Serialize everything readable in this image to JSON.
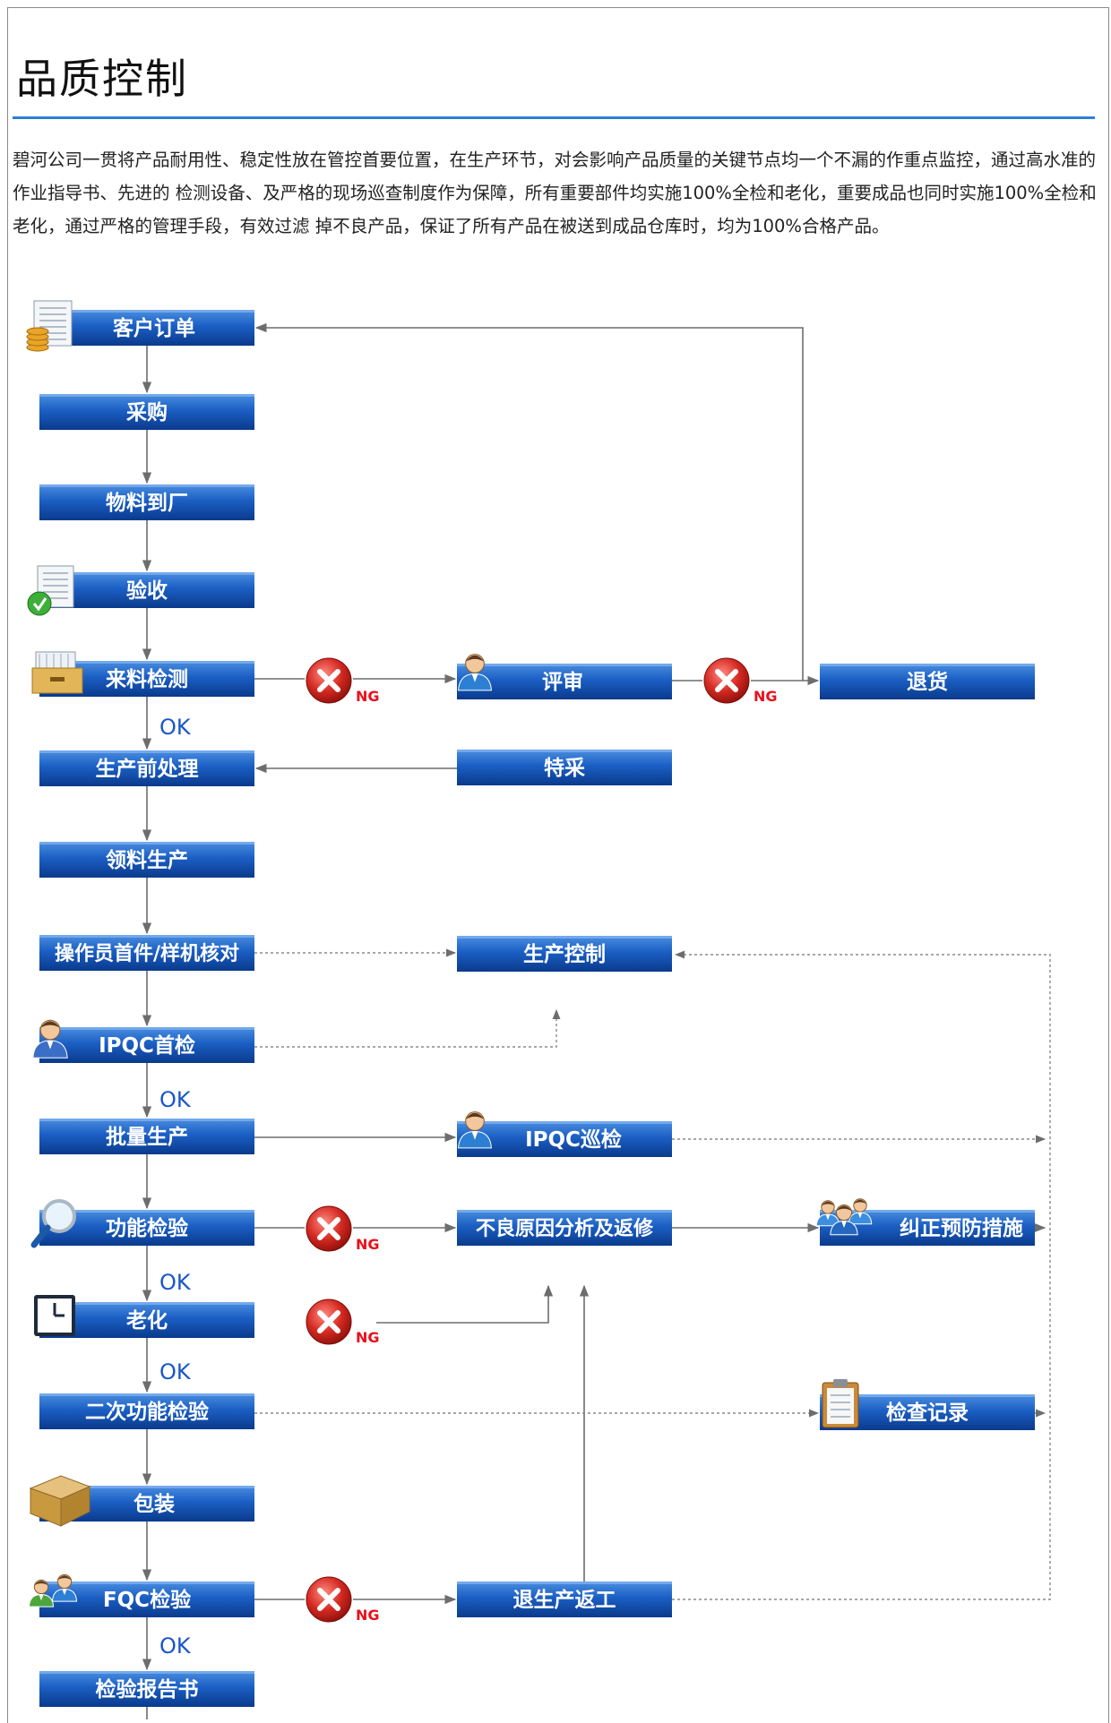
{
  "page": {
    "title": "品质控制",
    "intro": "碧河公司一贯将产品耐用性、稳定性放在管控首要位置，在生产环节，对会影响产品质量的关键节点均一个不漏的作重点监控，通过高水准的作业指导书、先进的 检测设备、及严格的现场巡查制度作为保障，所有重要部件均实施100%全检和老化，重要成品也同时实施100%全检和老化，通过严格的管理手段，有效过滤 掉不良产品，保证了所有产品在被送到成品仓库时，均为100%合格产品。"
  },
  "colors": {
    "box_top": "#4a8ee0",
    "box_mid": "#1b5fc4",
    "box_bottom": "#0a3a8c",
    "title_rule": "#2f7fd6",
    "ok_text": "#1a56c8",
    "ng_text": "#e8101c",
    "reject_icon": "#d42a22",
    "line": "#6d6d6d",
    "dashed_line": "#8a8a8a"
  },
  "labels": {
    "ok": "OK",
    "ng": "NG"
  },
  "nodes": {
    "order": {
      "label": "客户订单",
      "icon": "order-document-icon"
    },
    "purchase": {
      "label": "采购"
    },
    "arrival": {
      "label": "物料到厂"
    },
    "acceptance": {
      "label": "验收",
      "icon": "checked-document-icon"
    },
    "incoming": {
      "label": "来料检测",
      "icon": "inspection-box-icon"
    },
    "review": {
      "label": "评审",
      "icon": "person-icon"
    },
    "return_goods": {
      "label": "退货"
    },
    "preprocess": {
      "label": "生产前处理"
    },
    "special": {
      "label": "特采"
    },
    "picking": {
      "label": "领料生产"
    },
    "first_article": {
      "label": "操作员首件/样机核对"
    },
    "prod_control": {
      "label": "生产控制"
    },
    "ipqc_first": {
      "label": "IPQC首检",
      "icon": "inspector-icon"
    },
    "mass": {
      "label": "批量生产"
    },
    "ipqc_patrol": {
      "label": "IPQC巡检",
      "icon": "person-icon"
    },
    "function_test": {
      "label": "功能检验",
      "icon": "magnifier-icon"
    },
    "analysis": {
      "label": "不良原因分析及返修"
    },
    "corrective": {
      "label": "纠正预防措施",
      "icon": "team-icon"
    },
    "aging": {
      "label": "老化",
      "icon": "clock-icon"
    },
    "function_test2": {
      "label": "二次功能检验"
    },
    "records": {
      "label": "检查记录",
      "icon": "clipboard-icon"
    },
    "packing": {
      "label": "包装",
      "icon": "package-box-icon"
    },
    "fqc": {
      "label": "FQC检验",
      "icon": "inspectors-icon"
    },
    "rework": {
      "label": "退生产返工"
    },
    "report": {
      "label": "检验报告书"
    }
  }
}
